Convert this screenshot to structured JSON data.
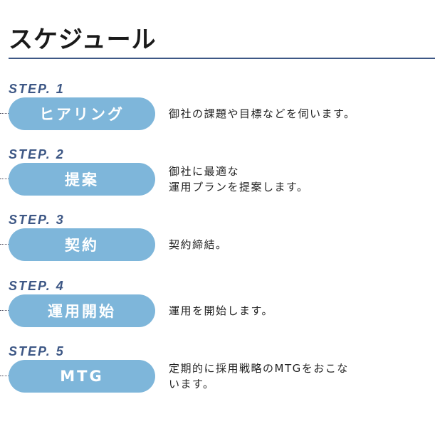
{
  "title": "スケジュール",
  "steps": [
    {
      "label": "STEP. 1",
      "name": "ヒアリング",
      "desc": "御社の課題や目標などを伺います。"
    },
    {
      "label": "STEP. 2",
      "name": "提案",
      "desc": "御社に最適な\n運用プランを提案します。"
    },
    {
      "label": "STEP. 3",
      "name": "契約",
      "desc": "契約締結。"
    },
    {
      "label": "STEP. 4",
      "name": "運用開始",
      "desc": "運用を開始します。"
    },
    {
      "label": "STEP. 5",
      "name": "MTG",
      "desc": "定期的に採用戦略のMTGをおこな\nいます。"
    }
  ]
}
